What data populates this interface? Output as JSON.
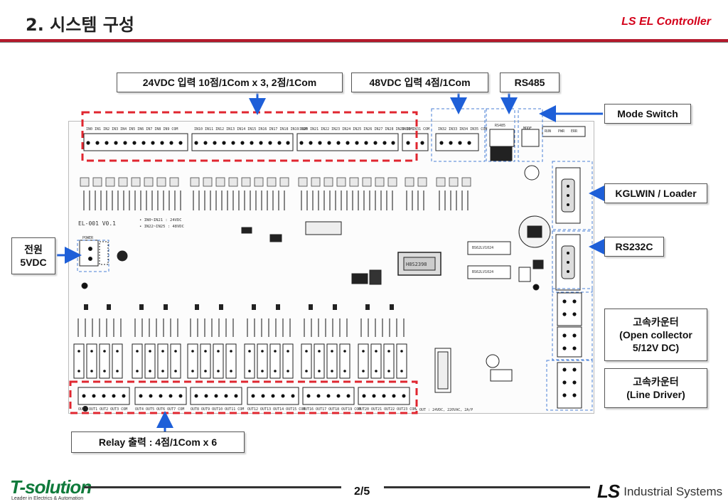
{
  "header": {
    "title": "2. 시스템 구성",
    "brand": "LS EL Controller"
  },
  "callouts": {
    "input_24vdc": "24VDC 입력 10점/1Com x 3, 2점/1Com",
    "input_48vdc": "48VDC 입력 4점/1Com",
    "rs485": "RS485",
    "mode_switch": "Mode Switch",
    "kglwin": "KGLWIN / Loader",
    "power_line1": "전원",
    "power_line2": "5VDC",
    "rs232c": "RS232C",
    "counter_oc_line1": "고속카운터",
    "counter_oc_line2": "(Open collector",
    "counter_oc_line3": "5/12V DC)",
    "counter_ld_line1": "고속카운터",
    "counter_ld_line2": "(Line Driver)",
    "relay_out": "Relay 출력 : 4점/1Com x 6"
  },
  "board": {
    "model": "EL-001  V0.1",
    "spec1": "• IN0~IN21 : 24VDC",
    "spec2": "• IN22~IN25 : 48VDC",
    "power_label": "POWER",
    "cpu_label": "H8S2398",
    "ram1": "BS62LV1024",
    "ram2": "BS62LV1024",
    "mode_label": "MODE",
    "rs485_label": "RS485",
    "run_label": "RUN",
    "pwr_label": "PWR",
    "err_label": "ERR",
    "out_spec": "• OUT : 24VDC, 220VAC, 2A/P",
    "input_header_1": "IN0  IN1  IN2  IN3  IN4  IN5  IN6  IN7  IN8  IN9  COM",
    "input_header_2": "IN10 IN11 IN12 IN13 IN14 IN15 IN16 IN17 IN18 IN19 COM",
    "input_header_3": "IN20 IN21 IN22 IN23 IN24 IN25 IN26 IN27 IN28 IN29 COM",
    "input_header_4": "IN30 IN31 COM",
    "input_header_5": "IN32 IN33 IN34 IN35 COM",
    "output_footer_1": "OUT0 OUT1 OUT2 OUT3 COM",
    "output_footer_2": "OUT4 OUT5 OUT6 OUT7 COM",
    "output_footer_3": "OUT8 OUT9 OUT10 OUT11 COM",
    "output_footer_4": "OUT12 OUT13 OUT14 OUT15 COM",
    "output_footer_5": "OUT16 OUT17 OUT18 OUT19 COM",
    "output_footer_6": "OUT20 OUT21 OUT22 OUT23 COM"
  },
  "footer": {
    "page": "2/5",
    "left_brand": "T-solution",
    "left_tag": "Leader in Electrics & Automation",
    "right_brand_ls": "LS",
    "right_brand_text": "Industrial Systems"
  },
  "colors": {
    "accent_red": "#d4001a",
    "arrow_blue": "#1e5fd8",
    "dashed_red": "#e0262f",
    "dashed_blue": "#4a7fd6"
  }
}
